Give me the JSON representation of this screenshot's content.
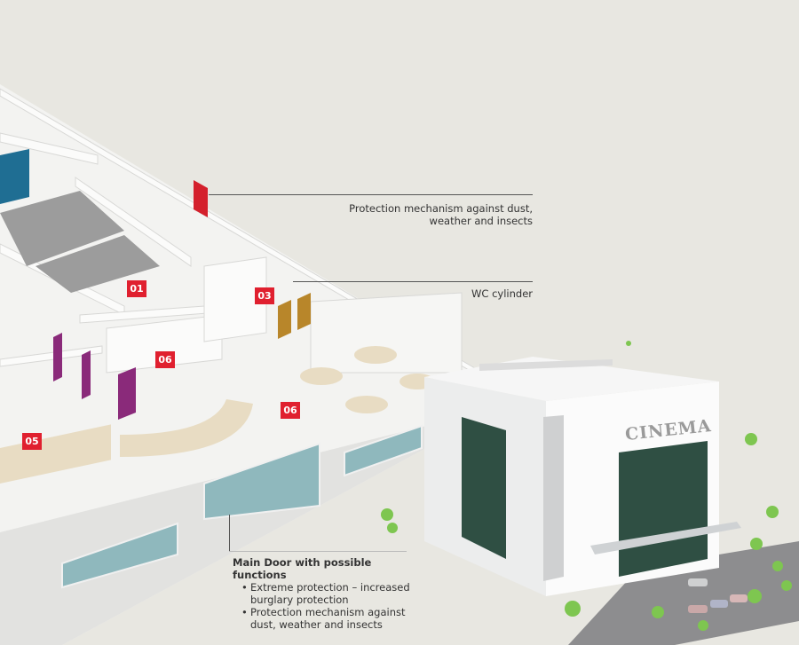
{
  "badges": [
    "01",
    "03",
    "06",
    "06",
    "05"
  ],
  "callouts": {
    "top": "Protection mechanism against dust, weather and insects",
    "wc": "WC cylinder",
    "main_door": {
      "title": "Main Door with possible functions",
      "items": [
        "Extreme protection – increased burglary protection",
        "Protection mechanism against dust, weather and insects"
      ]
    }
  },
  "cinema_sign": "CINEMA",
  "colors": {
    "background": "#e8e7e1",
    "badge": "#e0202f",
    "door_red": "#d4202c",
    "door_brown": "#b8862a",
    "door_purple": "#8a2a7a",
    "door_blue": "#1f6e93"
  }
}
